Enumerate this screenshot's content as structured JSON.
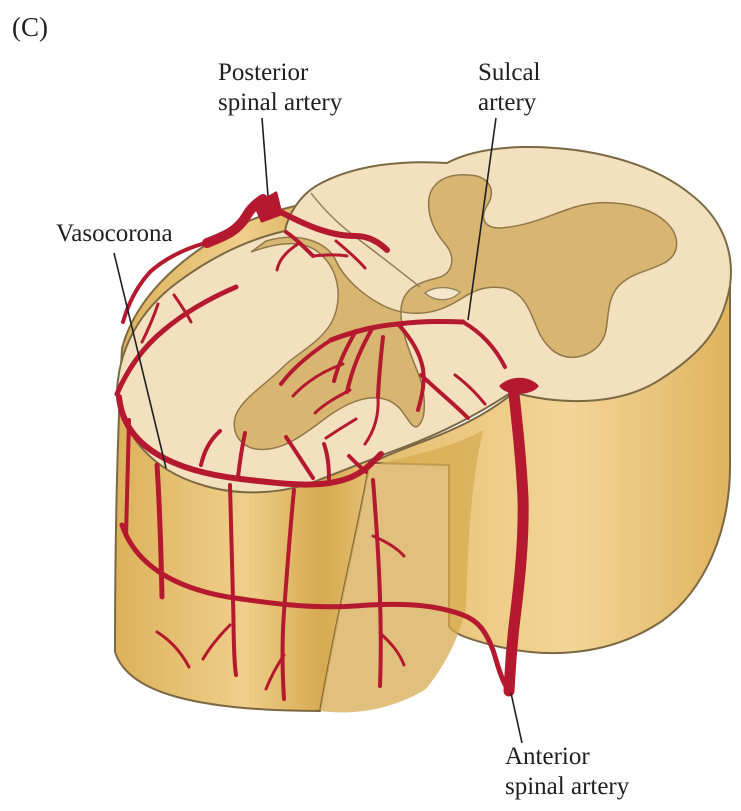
{
  "panel_label": "(C)",
  "labels": {
    "posterior_spinal_artery": "Posterior\nspinal artery",
    "sulcal_artery": "Sulcal\nartery",
    "vasocorona": "Vasocorona",
    "anterior_spinal_artery": "Anterior\nspinal artery"
  },
  "colors": {
    "white_matter_top": "#f3e1bf",
    "white_matter_side": "#d8ae58",
    "white_matter_side_light": "#ecd090",
    "gray_matter": "#d8b56f",
    "artery": "#b4192f",
    "outline": "#6a5a3b"
  }
}
